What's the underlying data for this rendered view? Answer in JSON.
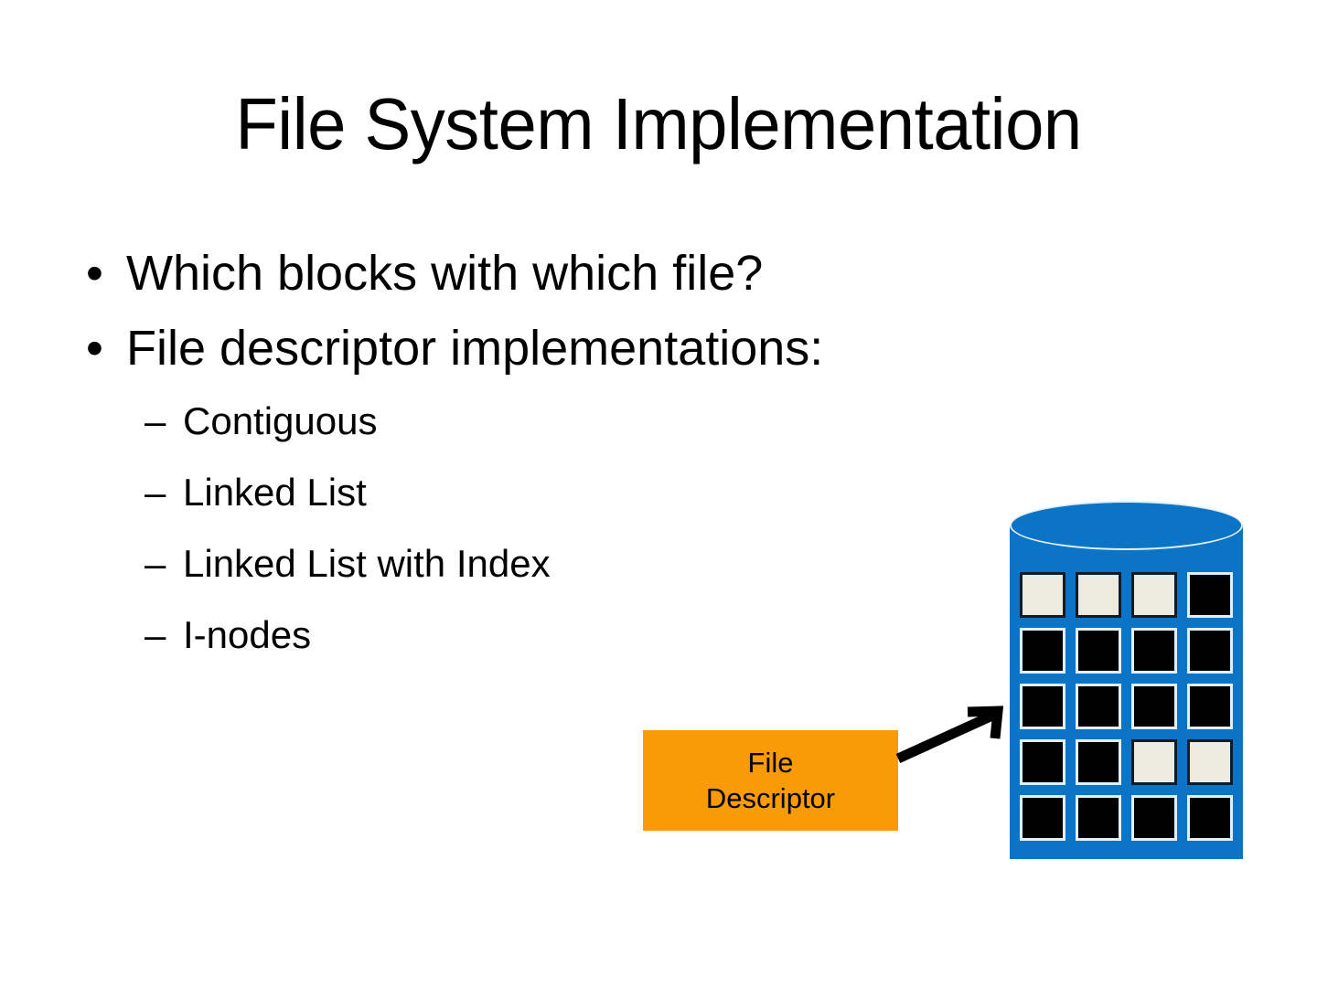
{
  "slide": {
    "title": "File System Implementation",
    "background_color": "#FFFFFF",
    "text_color": "#000000"
  },
  "body": {
    "bullets": [
      {
        "level": 1,
        "marker": "•",
        "text": "Which blocks with which file?"
      },
      {
        "level": 1,
        "marker": "•",
        "text": "File descriptor implementations:"
      },
      {
        "level": 2,
        "marker": "–",
        "text": "Contiguous"
      },
      {
        "level": 2,
        "marker": "–",
        "text": "Linked List"
      },
      {
        "level": 2,
        "marker": "–",
        "text": "Linked List with Index"
      },
      {
        "level": 2,
        "marker": "–",
        "text": "I-nodes"
      }
    ]
  },
  "diagram": {
    "file_descriptor_box": {
      "line1": "File",
      "line2": "Descriptor",
      "fill_color": "#F89B07",
      "text_color": "#000000"
    },
    "arrow": {
      "color": "#000000",
      "points_to": "disk-block-grid"
    },
    "disk": {
      "label": "disk-cylinder",
      "body_color": "#0B74C4",
      "top_outline_color": "#DFF0FB",
      "columns": 4,
      "rows": 5,
      "block_colors": {
        "used": "#000000",
        "free": "#EDEAE0"
      },
      "blocks": [
        [
          "free",
          "free",
          "free",
          "used"
        ],
        [
          "used",
          "used",
          "used",
          "used"
        ],
        [
          "used",
          "used",
          "used",
          "used"
        ],
        [
          "used",
          "used",
          "free",
          "free"
        ],
        [
          "used",
          "used",
          "used",
          "used"
        ]
      ]
    }
  }
}
